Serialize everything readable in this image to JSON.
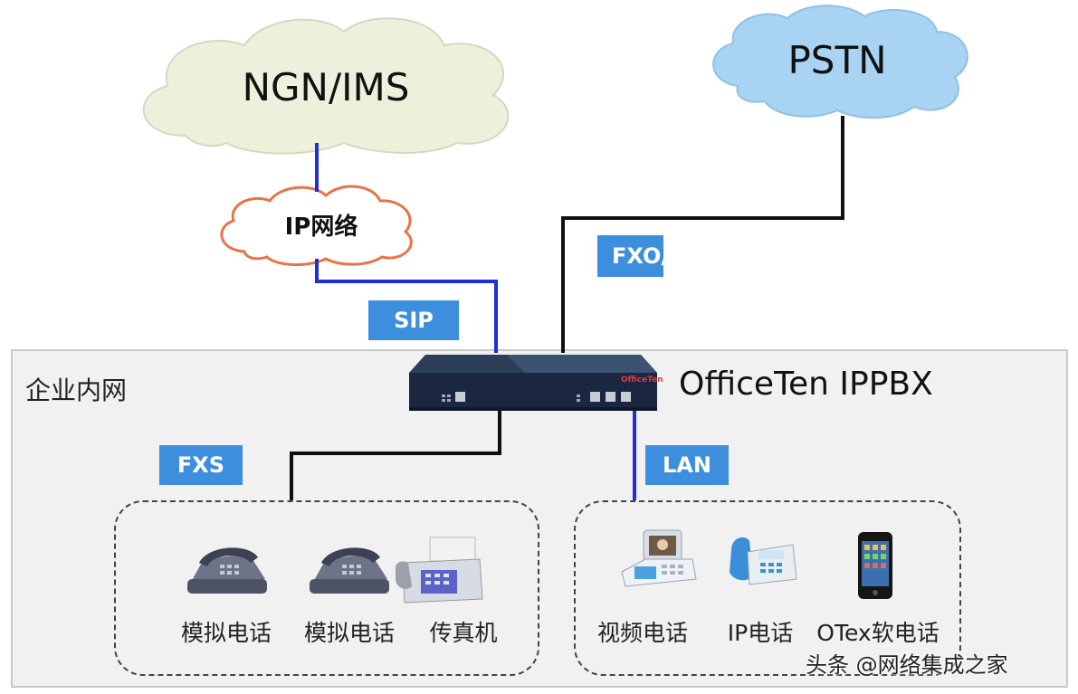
{
  "clouds": {
    "ngn": "NGN/IMS",
    "pstn": "PSTN",
    "ip": "IP网络"
  },
  "links": {
    "sip": "SIP",
    "fxo": "FXO/",
    "fxs": "FXS",
    "lan": "LAN"
  },
  "intranet_label": "企业内网",
  "pbx": {
    "label": "OfficeTen IPPBX",
    "brand": "OfficeTen"
  },
  "devices": {
    "analog1": "模拟电话",
    "analog2": "模拟电话",
    "fax": "传真机",
    "video": "视频电话",
    "ip_phone": "IP电话",
    "softphone": "OTex软电话"
  },
  "watermark": "头条 @网络集成之家",
  "colors": {
    "ip_line": "#1f2fd6",
    "pstn_line": "#111111",
    "tag_bg": "#3d8fde",
    "ngn_cloud": "#eef0dc",
    "pstn_cloud": "#a9d3f2",
    "ip_cloud_border": "#e8734a"
  }
}
